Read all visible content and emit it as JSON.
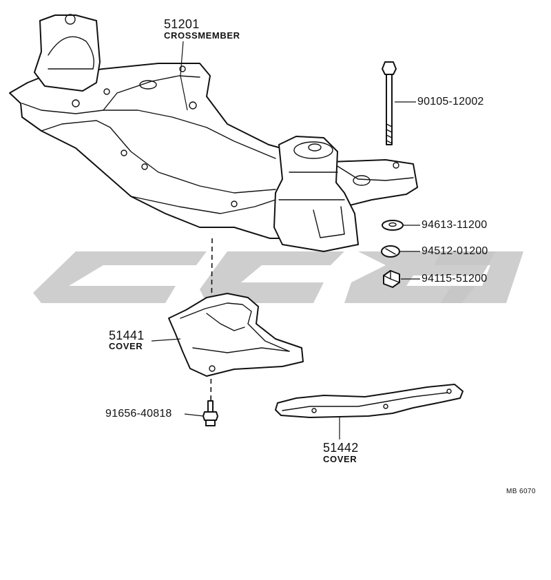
{
  "diagram": {
    "parts": {
      "crossmember": {
        "number": "51201",
        "name": "CROSSMEMBER"
      },
      "bolt": {
        "number": "90105-12002"
      },
      "washer": {
        "number": "94613-11200"
      },
      "lock_washer": {
        "number": "94512-01200"
      },
      "nut": {
        "number": "94115-51200"
      },
      "cover_1": {
        "number": "51441",
        "name": "COVER"
      },
      "cover_2": {
        "number": "51442",
        "name": "COVER"
      },
      "screw": {
        "number": "91656-40818"
      }
    },
    "reference_code": "MB 6070",
    "watermark_color": "#c6c6c6"
  }
}
